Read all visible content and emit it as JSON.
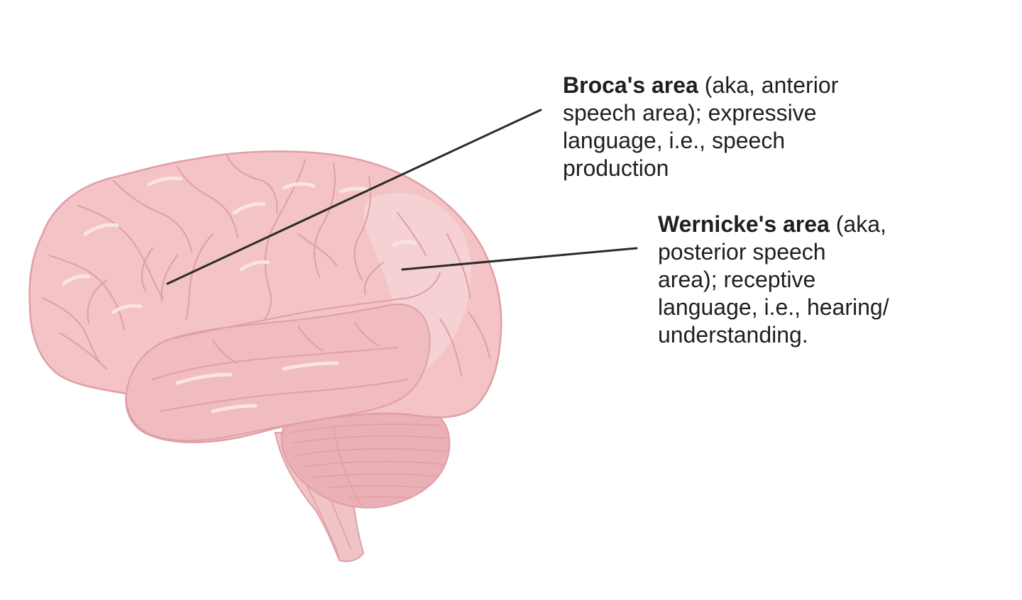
{
  "diagram": {
    "colors": {
      "background": "#ffffff",
      "cortex_fill": "#f3c3c6",
      "cortex_stroke": "#df9fa5",
      "gyrus_highlight": "#fbe3e4",
      "temporal_fill": "#f0bcc0",
      "cerebellum_fill": "#eab0b6",
      "brainstem_fill": "#f0c3c6",
      "wernicke_region_fill": "#f8dadc",
      "leader_line": "#2b2b2b",
      "text": "#1f1f1f"
    },
    "labels": {
      "broca": {
        "name": "Broca's area",
        "line1_rest": " (aka, anterior",
        "line2": "speech area); expressive",
        "line3": "language, i.e., speech",
        "line4": "production"
      },
      "wernicke": {
        "name": "Wernicke's area",
        "line1_rest": " (aka,",
        "line2": "posterior speech",
        "line3": "area); receptive",
        "line4": "language, i.e., hearing/",
        "line5": "understanding."
      }
    }
  }
}
